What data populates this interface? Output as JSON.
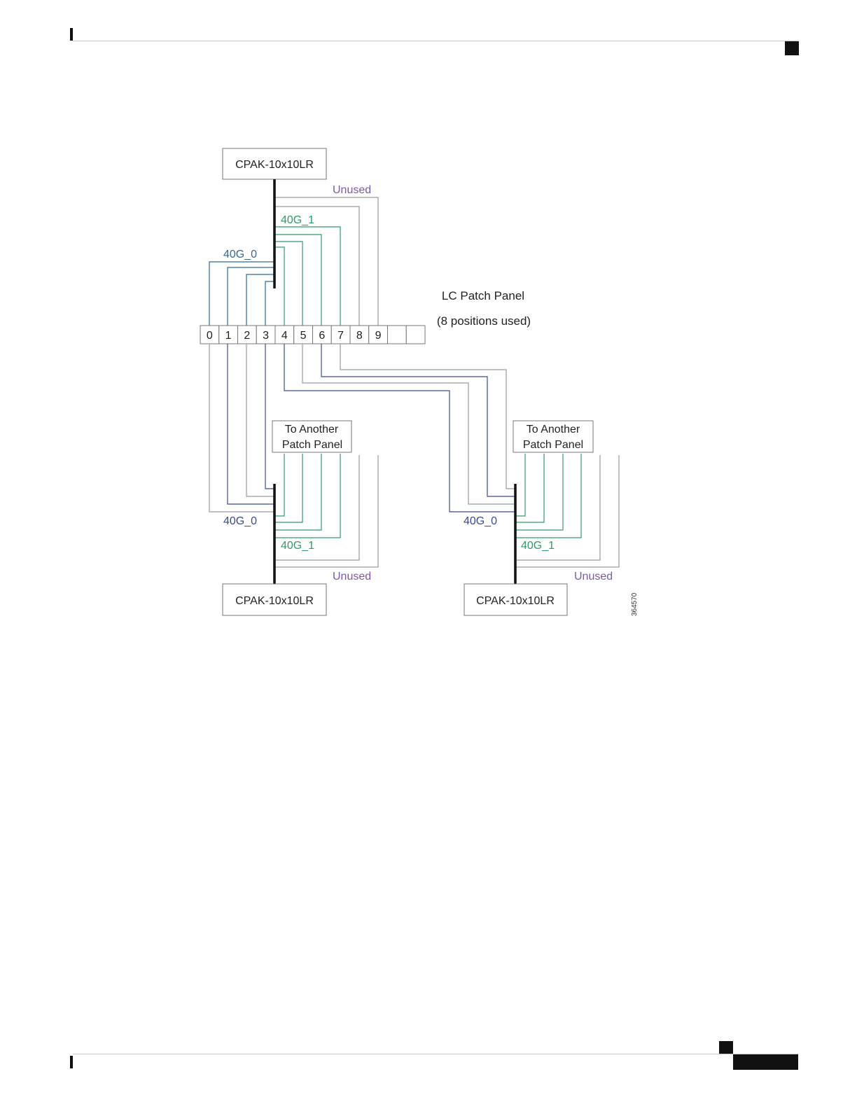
{
  "diagram": {
    "cpak_label": "CPAK-10x10LR",
    "panel_title": "LC Patch Panel",
    "panel_subtitle": "(8 positions used)",
    "port_labels": [
      "0",
      "1",
      "2",
      "3",
      "4",
      "5",
      "6",
      "7",
      "8",
      "9",
      "",
      ""
    ],
    "group_40g_0": "40G_0",
    "group_40g_1": "40G_1",
    "unused": "Unused",
    "to_another_line1": "To Another",
    "to_another_line2": "Patch Panel",
    "figure_id": "364570",
    "colors": {
      "blue": "#2e6b9a",
      "navy": "#3a4a8c",
      "green": "#2f9a6a",
      "purple": "#7a5aa8",
      "grey": "#9a9a9a",
      "black": "#111111"
    }
  }
}
